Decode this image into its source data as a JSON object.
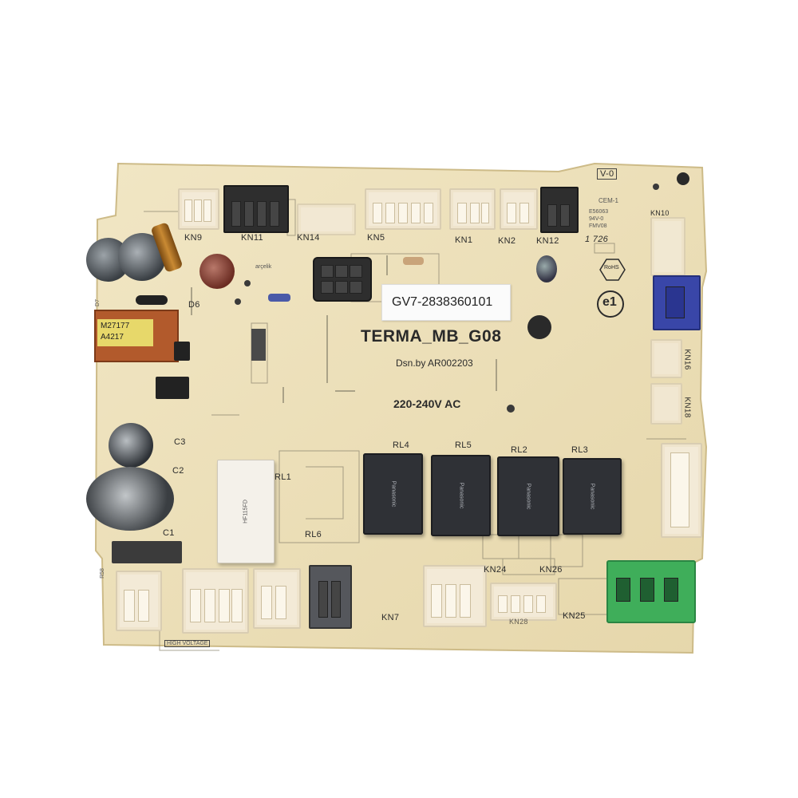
{
  "board": {
    "model": "TERMA_MB_G08",
    "designer": "Dsn.by AR002203",
    "voltage": "220-240V AC",
    "sticker": "GV7-2838360101",
    "revision": "V-0",
    "cert": "CEM-1",
    "e_mark": "e1",
    "high_voltage": "HIGH VOLTAGE",
    "ul_code": "E56063",
    "flame": "94V-0",
    "ul_suffix": "FMV08",
    "date_code": "1 726",
    "rohs": "RoHS",
    "brand": "arçelik"
  },
  "connectors": {
    "kn9": "KN9",
    "kn11": "KN11",
    "kn14": "KN14",
    "kn5": "KN5",
    "kn1": "KN1",
    "kn2": "KN2",
    "kn12": "KN12",
    "kn10": "KN10",
    "kn16": "KN16",
    "kn18": "KN18",
    "kn7": "KN7",
    "kn24": "KN24",
    "kn26": "KN26",
    "kn25": "KN25",
    "kn28": "KN28"
  },
  "components": {
    "rl1": "RL1",
    "rl4": "RL4",
    "rl5": "RL5",
    "rl2": "RL2",
    "rl3": "RL3",
    "rl6": "RL6",
    "c1": "C1",
    "c2": "C2",
    "c3": "C3",
    "d6": "D6",
    "d7": "D7",
    "r58": "R58",
    "transformer_line1": "M27177",
    "transformer_line2": "A4217"
  },
  "relay_print": {
    "brand": "Panasonic",
    "white_relay_code": "HF115FD"
  },
  "colors": {
    "pcb": "#eee2bd",
    "pcb_edge": "#d8c99c",
    "relay": "#2f3136",
    "green_terminal": "#3fae5a",
    "blue_connector": "#3946a8"
  }
}
